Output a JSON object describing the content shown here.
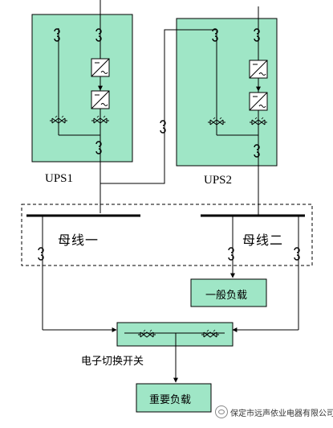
{
  "diagram": {
    "ups1_label": "UPS1",
    "ups2_label": "UPS2",
    "bus1_label": "母线一",
    "bus2_label": "母线二",
    "general_load_label": "一般负载",
    "switch_label": "电子切换开关",
    "critical_load_label": "重要负载",
    "watermark": "保定市远声依业电器有限公司",
    "colors": {
      "panel_fill": "#9fe6c6",
      "line": "#000000",
      "background": "#ffffff"
    }
  }
}
